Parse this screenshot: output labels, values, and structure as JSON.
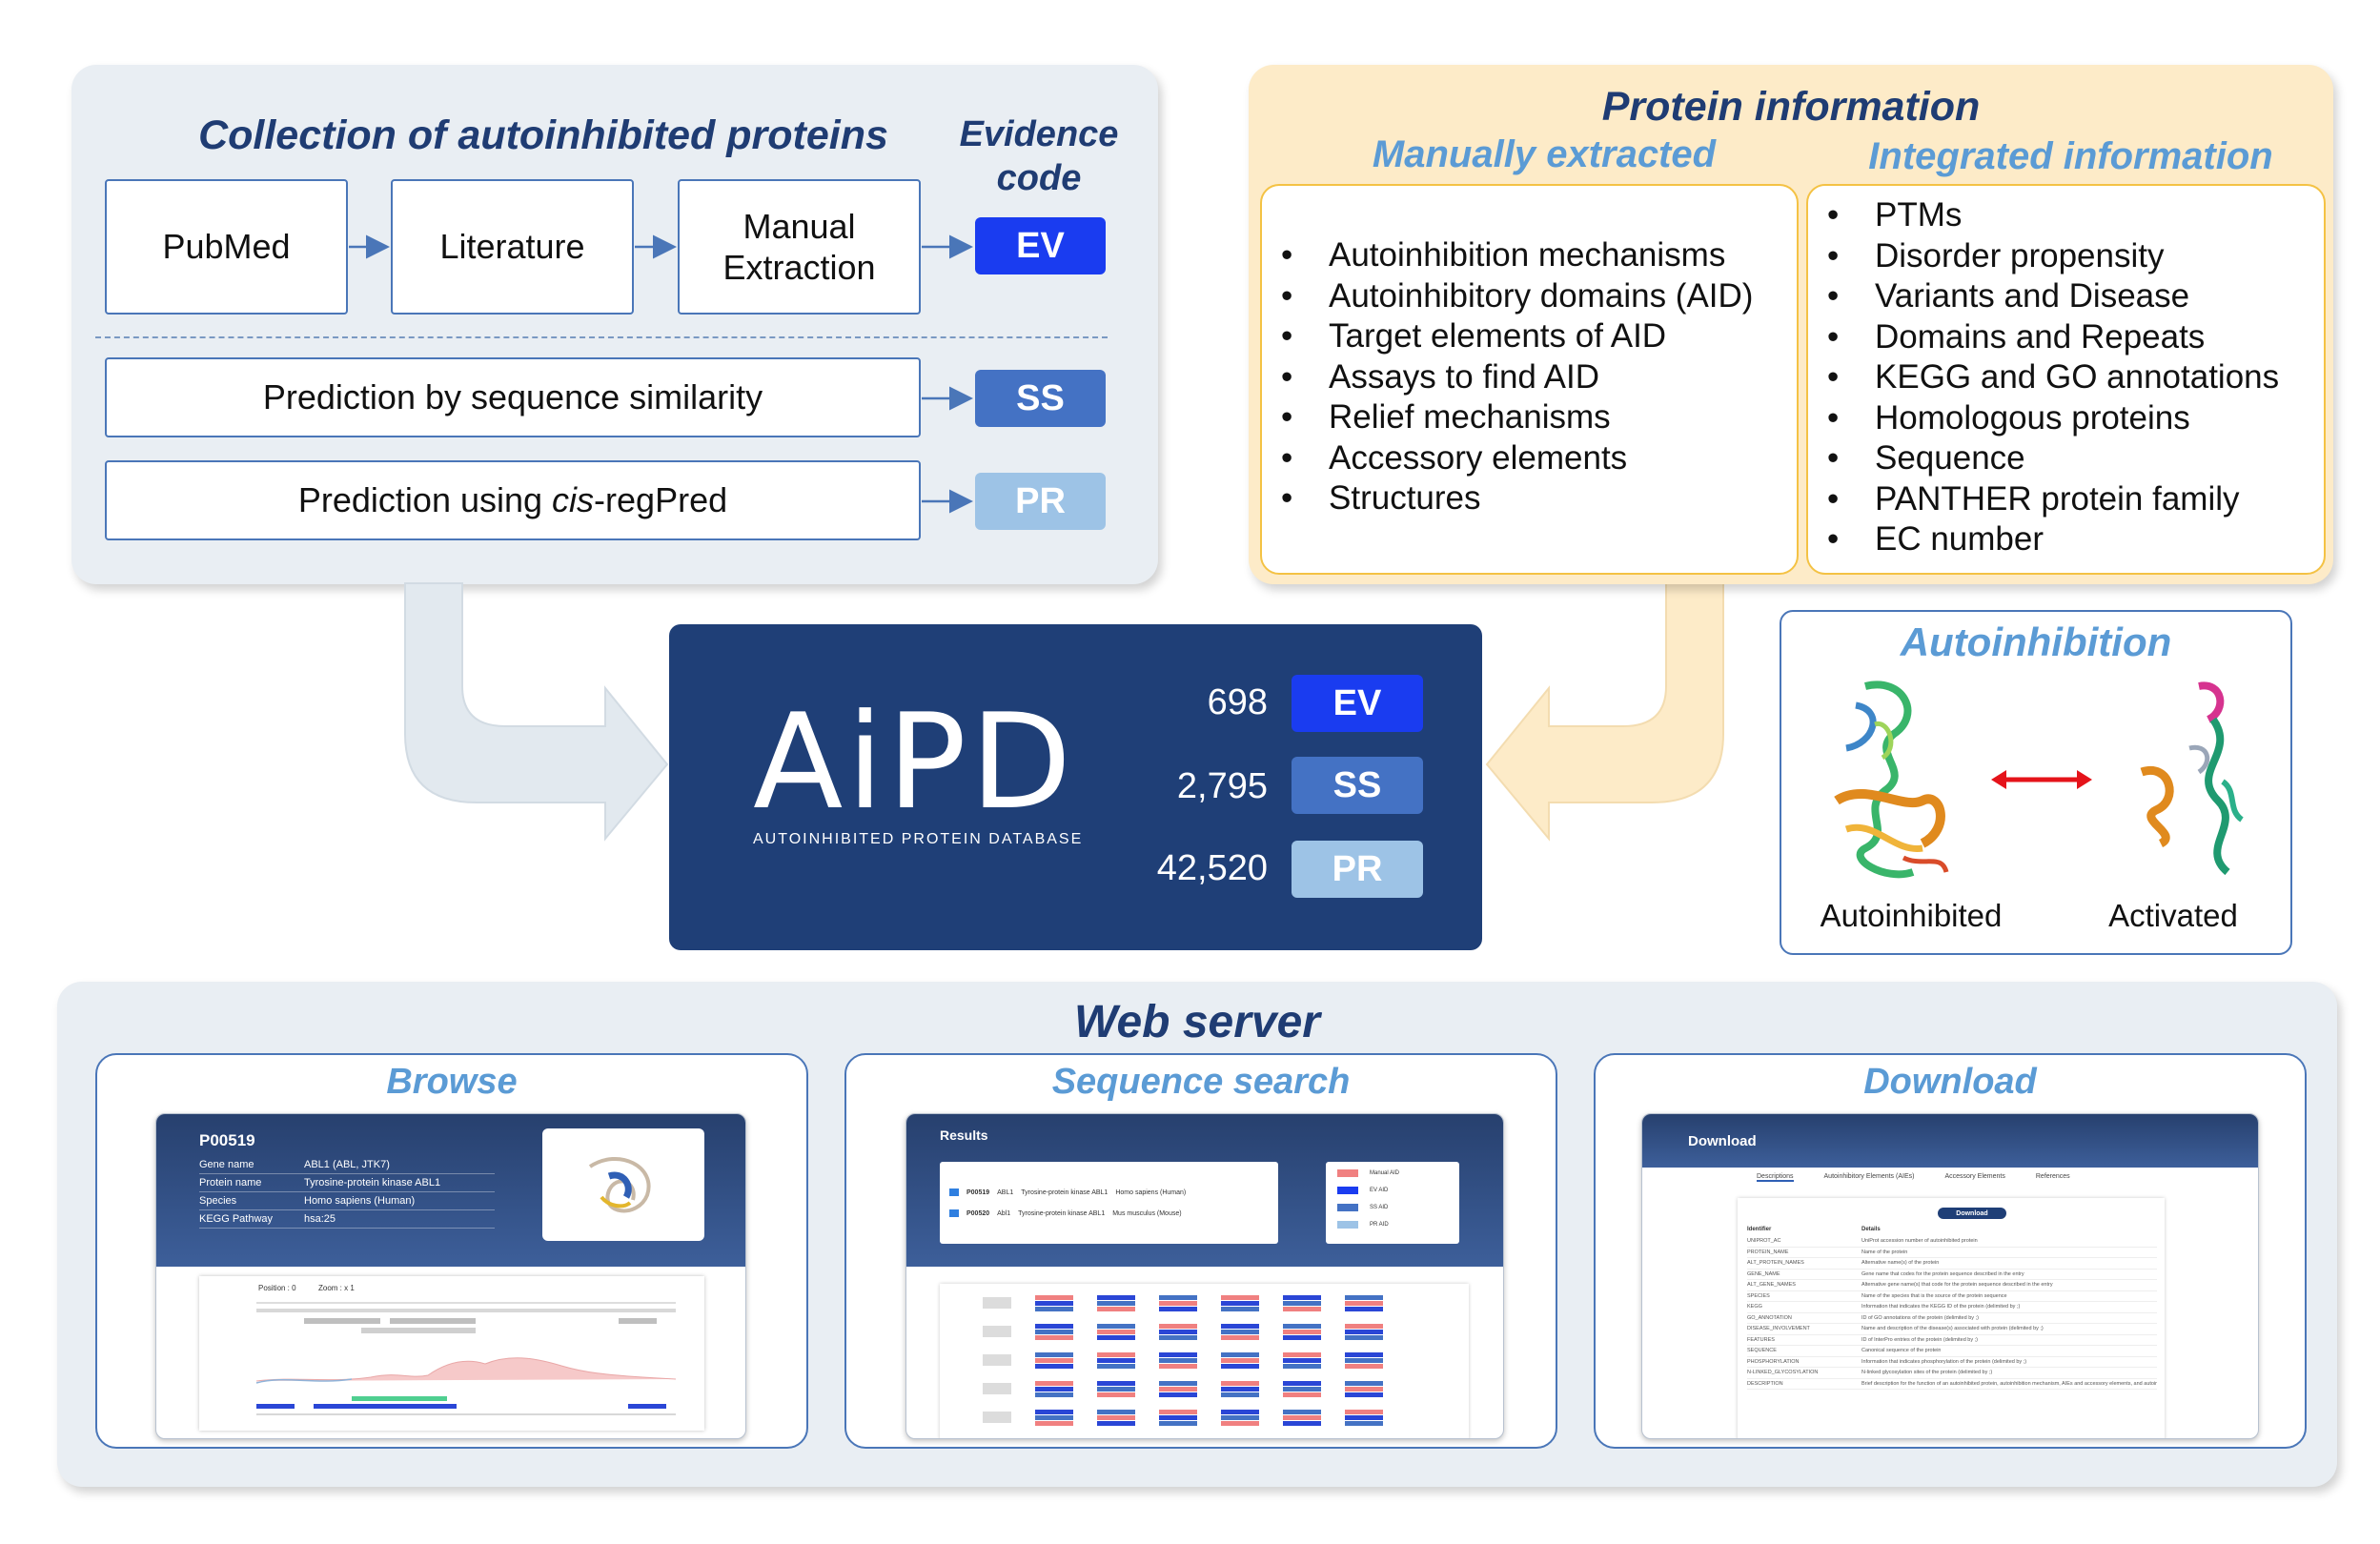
{
  "collection": {
    "title": "Collection of autoinhibited proteins",
    "evidence_header_line1": "Evidence",
    "evidence_header_line2": "code",
    "pubmed": "PubMed",
    "literature": "Literature",
    "manual_line1": "Manual",
    "manual_line2": "Extraction",
    "ss_text": "Prediction by sequence similarity",
    "pr_text_before": "Prediction using ",
    "pr_text_italic": "cis",
    "pr_text_after": "-regPred",
    "ev_code": "EV",
    "ss_code": "SS",
    "pr_code": "PR"
  },
  "protein_info": {
    "title": "Protein information",
    "manual_header": "Manually extracted",
    "integrated_header": "Integrated information",
    "manual_items": [
      "Autoinhibition mechanisms",
      "Autoinhibitory domains (AID)",
      "Target elements of AID",
      "Assays to find AID",
      "Relief mechanisms",
      "Accessory elements",
      "Structures"
    ],
    "integrated_items": [
      "PTMs",
      "Disorder propensity",
      "Variants and Disease",
      "Domains and Repeats",
      "KEGG and GO annotations",
      "Homologous proteins",
      "Sequence",
      "PANTHER protein family",
      "EC number"
    ]
  },
  "database": {
    "logo": "AiPD",
    "subtitle": "AUTOINHIBITED PROTEIN DATABASE",
    "counts": [
      {
        "value": "698",
        "code": "EV"
      },
      {
        "value": "2,795",
        "code": "SS"
      },
      {
        "value": "42,520",
        "code": "PR"
      }
    ]
  },
  "autoinhibition": {
    "title": "Autoinhibition",
    "left_label": "Autoinhibited",
    "right_label": "Activated"
  },
  "web_server": {
    "title": "Web server",
    "browse": {
      "title": "Browse",
      "entry_id": "P00519",
      "fields": [
        {
          "key": "Gene name",
          "value": "ABL1 (ABL, JTK7)"
        },
        {
          "key": "Protein name",
          "value": "Tyrosine-protein kinase ABL1"
        },
        {
          "key": "Species",
          "value": "Homo sapiens (Human)"
        },
        {
          "key": "KEGG Pathway",
          "value": "hsa:25"
        }
      ],
      "position_label": "Position : 0",
      "zoom_label": "Zoom : x 1"
    },
    "sequence_search": {
      "title": "Sequence search",
      "results_label": "Results",
      "rows": [
        {
          "id": "P00519",
          "gene": "ABL1",
          "name": "Tyrosine-protein kinase ABL1",
          "species": "Homo sapiens (Human)"
        },
        {
          "id": "P00520",
          "gene": "Abl1",
          "name": "Tyrosine-protein kinase ABL1",
          "species": "Mus musculus (Mouse)"
        }
      ],
      "legend": [
        "Manual AID",
        "EV AID",
        "SS AID",
        "PR AID"
      ]
    },
    "download": {
      "title": "Download",
      "header": "Download",
      "tabs": [
        "Descriptions",
        "Autoinhibitory Elements (AIEs)",
        "Accessory Elements",
        "References"
      ],
      "button": "Download",
      "col_identifier": "Identifier",
      "col_details": "Details",
      "rows": [
        {
          "id": "UNIPROT_AC",
          "detail": "UniProt accession number of autoinhibited protein"
        },
        {
          "id": "PROTEIN_NAME",
          "detail": "Name of the protein"
        },
        {
          "id": "ALT_PROTEIN_NAMES",
          "detail": "Alternative name(s) of the protein"
        },
        {
          "id": "GENE_NAME",
          "detail": "Gene name that codes for the protein sequence described in the entry"
        },
        {
          "id": "ALT_GENE_NAMES",
          "detail": "Alternative gene name(s) that code for the protein sequence described in the entry"
        },
        {
          "id": "SPECIES",
          "detail": "Name of the species that is the source of the protein sequence"
        },
        {
          "id": "KEGG",
          "detail": "Information that indicates the KEGG ID of the protein (delimited by ;)"
        },
        {
          "id": "GO_ANNOTATION",
          "detail": "ID of GO annotations of the protein (delimited by ;)"
        },
        {
          "id": "DISEASE_INVOLVEMENT",
          "detail": "Name and description of the disease(s) associated with protein (delimited by ;)"
        },
        {
          "id": "FEATURES",
          "detail": "ID of InterPro entries of the protein (delimited by ;)"
        },
        {
          "id": "SEQUENCE",
          "detail": "Canonical sequence of the protein"
        },
        {
          "id": "PHOSPHORYLATION",
          "detail": "Information that indicates phosphorylation of the protein (delimited by ;)"
        },
        {
          "id": "N-LINKED_GLYCOSYLATION",
          "detail": "N-linked glycosylation sites of the protein (delimited by ;)"
        },
        {
          "id": "DESCRIPTION",
          "detail": "Brief description for the function of an autoinhibited protein, autoinhibition mechanism, AIEs and accessory elements, and autoinhibition-relief mechanism"
        }
      ]
    }
  },
  "colors": {
    "ev": "#1a3cf0",
    "ss": "#4472c4",
    "pr": "#9dc3e6",
    "db_bg": "#1f3f77",
    "title_dark": "#1f3c73",
    "title_light": "#5b9bd5"
  }
}
